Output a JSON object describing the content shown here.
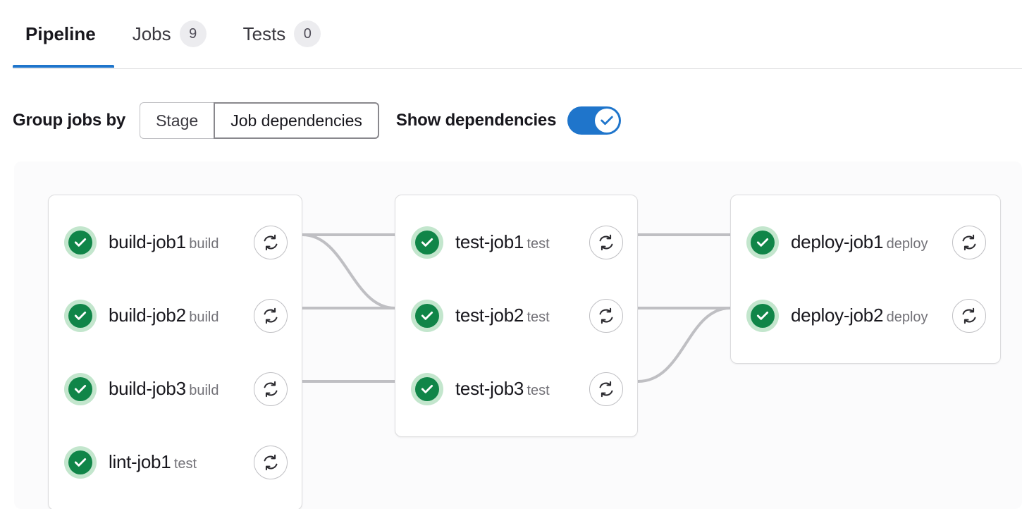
{
  "tabs": [
    {
      "label": "Pipeline",
      "badge": null,
      "active": true,
      "name": "tab-pipeline"
    },
    {
      "label": "Jobs",
      "badge": "9",
      "active": false,
      "name": "tab-jobs"
    },
    {
      "label": "Tests",
      "badge": "0",
      "active": false,
      "name": "tab-tests"
    }
  ],
  "controls": {
    "group_label": "Group jobs by",
    "segments": [
      {
        "label": "Stage",
        "selected": false
      },
      {
        "label": "Job dependencies",
        "selected": true
      }
    ],
    "show_dependencies_label": "Show dependencies",
    "show_dependencies_on": true
  },
  "icons": {
    "status": "check-circle-icon",
    "retry": "retry-icon",
    "toggle_check": "check-icon"
  },
  "colors": {
    "accent": "#1f75cb",
    "status_green": "#108548",
    "status_green_light": "#c3e6cd",
    "panel_bg": "#fbfbfc",
    "card_border": "#dcdcde",
    "edge": "#bfbfc3",
    "badge_bg": "#ececef",
    "muted_text": "#737278"
  },
  "columns": [
    {
      "name": "column-build",
      "jobs": [
        {
          "name": "build-job1",
          "stage": "build",
          "status": "success"
        },
        {
          "name": "build-job2",
          "stage": "build",
          "status": "success"
        },
        {
          "name": "build-job3",
          "stage": "build",
          "status": "success"
        },
        {
          "name": "lint-job1",
          "stage": "test",
          "status": "success"
        }
      ]
    },
    {
      "name": "column-test",
      "jobs": [
        {
          "name": "test-job1",
          "stage": "test",
          "status": "success"
        },
        {
          "name": "test-job2",
          "stage": "test",
          "status": "success"
        },
        {
          "name": "test-job3",
          "stage": "test",
          "status": "success"
        }
      ]
    },
    {
      "name": "column-deploy",
      "jobs": [
        {
          "name": "deploy-job1",
          "stage": "deploy",
          "status": "success"
        },
        {
          "name": "deploy-job2",
          "stage": "deploy",
          "status": "success"
        }
      ]
    }
  ],
  "dependencies": [
    {
      "from": "build-job1",
      "to": "test-job1"
    },
    {
      "from": "build-job1",
      "to": "test-job2"
    },
    {
      "from": "build-job2",
      "to": "test-job2"
    },
    {
      "from": "build-job3",
      "to": "test-job3"
    },
    {
      "from": "test-job1",
      "to": "deploy-job1"
    },
    {
      "from": "test-job2",
      "to": "deploy-job2"
    },
    {
      "from": "test-job3",
      "to": "deploy-job2"
    }
  ]
}
